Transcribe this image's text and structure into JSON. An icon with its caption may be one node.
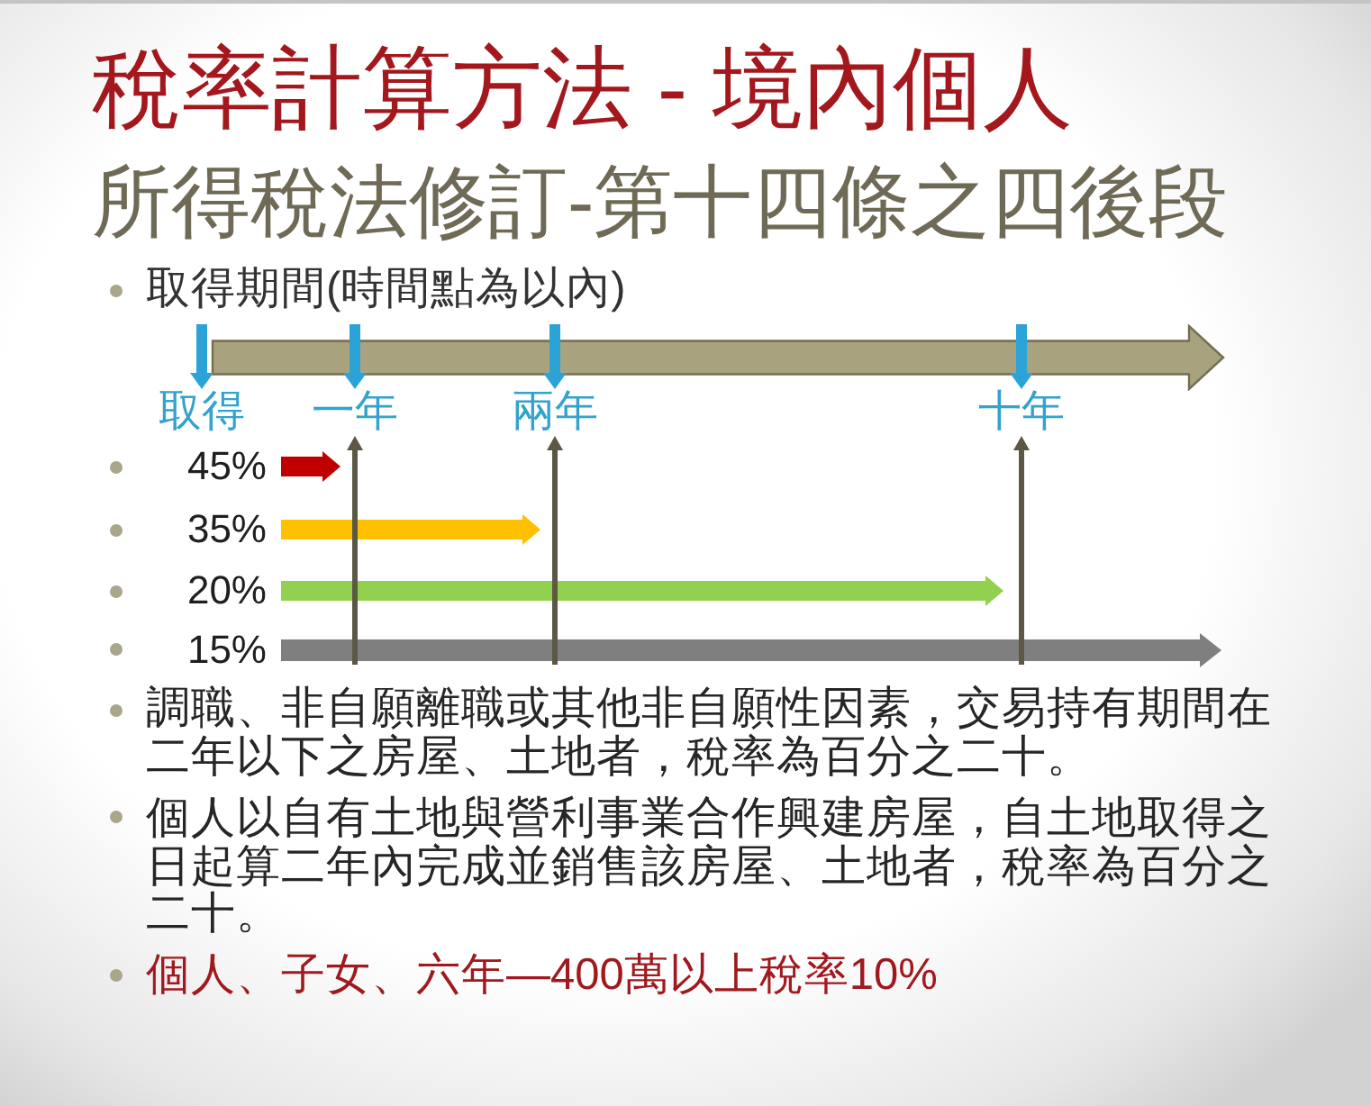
{
  "diagram": {
    "title": "稅率計算方法 - 境內個人",
    "nodes": [
      {
        "text": [],
        "shape": "arrow"
      },
      {
        "text": [
          "取得"
        ]
      },
      {
        "text": [
          "一年"
        ]
      },
      {
        "text": [
          "兩年"
        ]
      },
      {
        "text": [
          "十年"
        ]
      },
      {
        "text": [
          "45%"
        ]
      },
      {
        "text": [
          "35%"
        ]
      },
      {
        "text": [
          "20%"
        ]
      },
      {
        "text": [
          "15%"
        ]
      }
    ],
    "edges": [
      {
        "from": 0,
        "to": 1,
        "arrow": "to",
        "color": "#2ca3d6"
      },
      {
        "from": 0,
        "to": 2,
        "arrow": "to",
        "color": "#2ca3d6"
      },
      {
        "from": 0,
        "to": 3,
        "arrow": "to",
        "color": "#2ca3d6"
      },
      {
        "from": 0,
        "to": 4,
        "arrow": "to",
        "color": "#2ca3d6"
      },
      {
        "from": null,
        "to": 2,
        "arrow": "to",
        "color": "#5c5843"
      },
      {
        "from": null,
        "to": 3,
        "arrow": "to",
        "color": "#5c5843"
      },
      {
        "from": null,
        "to": 4,
        "arrow": "to",
        "color": "#5c5843"
      },
      {
        "from": 5,
        "to": 2,
        "arrow": "to",
        "style": "thick",
        "color": "#c00000"
      },
      {
        "from": 6,
        "to": 3,
        "arrow": "to",
        "style": "thick",
        "color": "#ffc000"
      },
      {
        "from": 7,
        "to": 4,
        "arrow": "to",
        "style": "thick",
        "color": "#92d050"
      },
      {
        "from": 8,
        "to": null,
        "arrow": "to",
        "style": "thick",
        "color": "#7f7f7f"
      }
    ],
    "labels": [
      "所得稅法修訂-第十四條之四後段",
      "取得期間(時間點為以內)",
      "調職、非自願離職或其他非自願性因素，交易持有期間在二年以下之房屋、土地者，稅率為百分之二十。",
      "個人以自有土地與營利事業合作興建房屋，自土地取得之日起算二年內完成並銷售該房屋、土地者，稅率為百分之二十。",
      "個人、子女、六年—400萬以上稅率10%"
    ]
  }
}
